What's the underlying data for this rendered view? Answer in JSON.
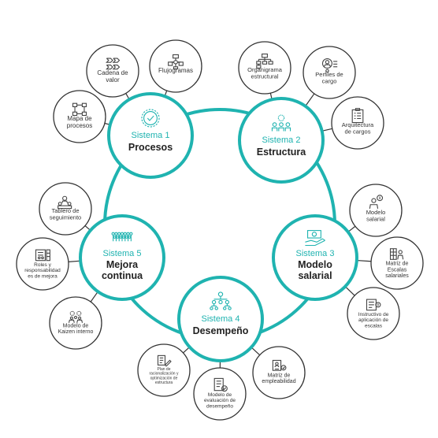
{
  "colors": {
    "accent": "#1fb3b0",
    "line": "#333333",
    "text": "#222222",
    "icon": "#444444"
  },
  "systems": [
    {
      "id": "s1",
      "number": "Sistema 1",
      "name": [
        "Procesos"
      ],
      "icon": "gear-check-icon"
    },
    {
      "id": "s2",
      "number": "Sistema 2",
      "name": [
        "Estructura"
      ],
      "icon": "team-gear-icon"
    },
    {
      "id": "s3",
      "number": "Sistema 3",
      "name": [
        "Modelo",
        "salarial"
      ],
      "icon": "money-hand-icon"
    },
    {
      "id": "s4",
      "number": "Sistema 4",
      "name": [
        "Desempeño"
      ],
      "icon": "hierarchy-icon"
    },
    {
      "id": "s5",
      "number": "Sistema 5",
      "name": [
        "Mejora",
        "continua"
      ],
      "icon": "people-group-icon"
    }
  ],
  "subitems": [
    {
      "id": "cadena",
      "system": "s1",
      "label": [
        "Cadena de",
        "valor"
      ],
      "icon": "value-chain-icon"
    },
    {
      "id": "flujogramas",
      "system": "s1",
      "label": [
        "Flujogramas"
      ],
      "icon": "flowchart-icon"
    },
    {
      "id": "mapa",
      "system": "s1",
      "label": [
        "Mapa de",
        "procesos"
      ],
      "icon": "process-map-icon"
    },
    {
      "id": "organigrama",
      "system": "s2",
      "label": [
        "Organigrama",
        "estructural"
      ],
      "icon": "org-chart-icon"
    },
    {
      "id": "perfiles",
      "system": "s2",
      "label": [
        "Perfiles de",
        "cargo"
      ],
      "icon": "profile-icon"
    },
    {
      "id": "arquitectura",
      "system": "s2",
      "label": [
        "Arquitectura",
        "de cargos"
      ],
      "icon": "clipboard-icon"
    },
    {
      "id": "modelo-salarial",
      "system": "s3",
      "label": [
        "Modelo",
        "salarial"
      ],
      "icon": "salary-model-icon"
    },
    {
      "id": "matriz-escalas",
      "system": "s3",
      "label": [
        "Matriz de",
        "Escalas",
        "salariales"
      ],
      "icon": "salary-matrix-icon"
    },
    {
      "id": "instructivo",
      "system": "s3",
      "label": [
        "Instructivo de",
        "aplicación de",
        "escalas"
      ],
      "icon": "instructions-icon"
    },
    {
      "id": "matriz-empleabilidad",
      "system": "s4",
      "label": [
        "Matriz de",
        "empleabilidad"
      ],
      "icon": "employability-icon"
    },
    {
      "id": "modelo-evaluacion",
      "system": "s4",
      "label": [
        "Modelo de",
        "evaluación de",
        "desempeño"
      ],
      "icon": "evaluation-icon"
    },
    {
      "id": "plan-racionalizacion",
      "system": "s4",
      "label": [
        "Plan de",
        "racionalización y",
        "optimización de",
        "estructura"
      ],
      "icon": "plan-icon"
    },
    {
      "id": "tablero",
      "system": "s5",
      "label": [
        "Tablero de",
        "seguimiento"
      ],
      "icon": "dashboard-icon"
    },
    {
      "id": "roles",
      "system": "s5",
      "label": [
        "Roles y",
        "responsabilidad",
        "es de mejora"
      ],
      "icon": "roles-icon"
    },
    {
      "id": "kaizen",
      "system": "s5",
      "label": [
        "Modelo de",
        "Kaizen interno"
      ],
      "icon": "kaizen-icon"
    }
  ]
}
